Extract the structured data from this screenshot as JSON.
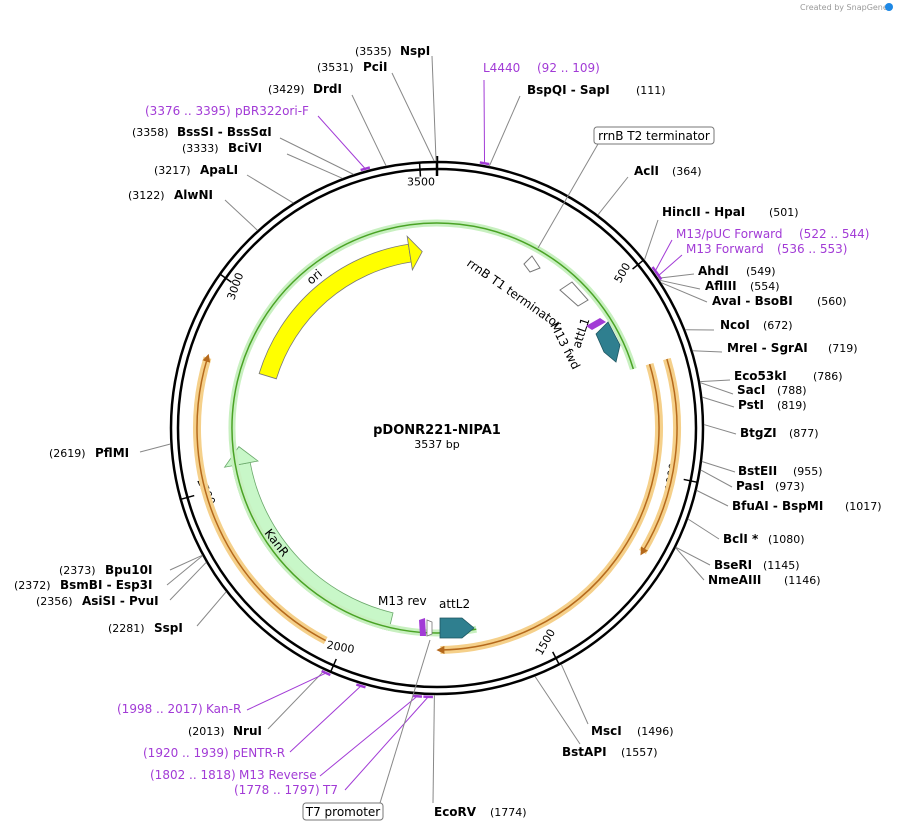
{
  "credit": "Created by SnapGene",
  "plasmid": {
    "name": "pDONR221-NIPA1",
    "length_label": "3537 bp",
    "length": 3537
  },
  "colors": {
    "primer": "#a23bd6",
    "ori": "#ffff00",
    "kanr": "#c8f7c8",
    "att": "#2f7f8f",
    "yellow_track": "#f5d08a",
    "brown_track": "#b5691c",
    "green_track": "#4aa325"
  },
  "ticks": [
    {
      "pos": 500,
      "label": "500"
    },
    {
      "pos": 1000,
      "label": "1000"
    },
    {
      "pos": 1500,
      "label": "1500"
    },
    {
      "pos": 2000,
      "label": "2000"
    },
    {
      "pos": 2500,
      "label": "2500"
    },
    {
      "pos": 3000,
      "label": "3000"
    },
    {
      "pos": 3500,
      "label": "3500"
    }
  ],
  "sites": [
    {
      "name": "NspI",
      "pos": "(3535)",
      "bp": 3535
    },
    {
      "name": "PciI",
      "pos": "(3531)",
      "bp": 3531
    },
    {
      "name": "DrdI",
      "pos": "(3429)",
      "bp": 3429
    },
    {
      "name": "BssSI  -  BssSαI",
      "pos": "(3358)",
      "bp": 3358
    },
    {
      "name": "BciVI",
      "pos": "(3333)",
      "bp": 3333
    },
    {
      "name": "ApaLI",
      "pos": "(3217)",
      "bp": 3217
    },
    {
      "name": "AlwNI",
      "pos": "(3122)",
      "bp": 3122
    },
    {
      "name": "BspQI  -  SapI",
      "pos": "(111)",
      "bp": 111
    },
    {
      "name": "AclI",
      "pos": "(364)",
      "bp": 364
    },
    {
      "name": "HincII  -  HpaI",
      "pos": "(501)",
      "bp": 501
    },
    {
      "name": "AhdI",
      "pos": "(549)",
      "bp": 549
    },
    {
      "name": "AflIII",
      "pos": "(554)",
      "bp": 554
    },
    {
      "name": "AvaI  -  BsoBI",
      "pos": "(560)",
      "bp": 560
    },
    {
      "name": "NcoI",
      "pos": "(672)",
      "bp": 672
    },
    {
      "name": "MreI  -  SgrAI",
      "pos": "(719)",
      "bp": 719
    },
    {
      "name": "Eco53kI",
      "pos": "(786)",
      "bp": 786
    },
    {
      "name": "SacI",
      "pos": "(788)",
      "bp": 788
    },
    {
      "name": "PstI",
      "pos": "(819)",
      "bp": 819
    },
    {
      "name": "BtgZI",
      "pos": "(877)",
      "bp": 877
    },
    {
      "name": "BstEII",
      "pos": "(955)",
      "bp": 955
    },
    {
      "name": "PasI",
      "pos": "(973)",
      "bp": 973
    },
    {
      "name": "BfuAI  -  BspMI",
      "pos": "(1017)",
      "bp": 1017
    },
    {
      "name": "BclI *",
      "pos": "(1080)",
      "bp": 1080
    },
    {
      "name": "BseRI",
      "pos": "(1145)",
      "bp": 1145
    },
    {
      "name": "NmeAIII",
      "pos": "(1146)",
      "bp": 1146
    },
    {
      "name": "MscI",
      "pos": "(1496)",
      "bp": 1496
    },
    {
      "name": "BstAPI",
      "pos": "(1557)",
      "bp": 1557
    },
    {
      "name": "EcoRV",
      "pos": "(1774)",
      "bp": 1774
    },
    {
      "name": "NruI",
      "pos": "(2013)",
      "bp": 2013
    },
    {
      "name": "SspI",
      "pos": "(2281)",
      "bp": 2281
    },
    {
      "name": "AsiSI  -  PvuI",
      "pos": "(2356)",
      "bp": 2356
    },
    {
      "name": "BsmBI  -  Esp3I",
      "pos": "(2372)",
      "bp": 2372
    },
    {
      "name": "Bpu10I",
      "pos": "(2373)",
      "bp": 2373
    },
    {
      "name": "PflMI",
      "pos": "(2619)",
      "bp": 2619
    }
  ],
  "primers": [
    {
      "name": "L4440",
      "range": "(92 .. 109)",
      "bp": 100
    },
    {
      "name": "pBR322ori-F",
      "range": "(3376 .. 3395)",
      "bp": 3385
    },
    {
      "name": "M13/pUC Forward",
      "range": "(522 .. 544)",
      "bp": 533
    },
    {
      "name": "M13 Forward",
      "range": "(536 .. 553)",
      "bp": 545
    },
    {
      "name": "Kan-R",
      "range": "(1998 .. 2017)",
      "bp": 2008
    },
    {
      "name": "pENTR-R",
      "range": "(1920 .. 1939)",
      "bp": 1930
    },
    {
      "name": "M13 Reverse",
      "range": "(1802 .. 1818)",
      "bp": 1810
    },
    {
      "name": "T7",
      "range": "(1778 .. 1797)",
      "bp": 1787
    }
  ],
  "features": {
    "ori": "ori",
    "kanr": "KanR",
    "attL1": "attL1",
    "attL2": "attL2",
    "m13fwd": "M13 fwd",
    "m13rev": "M13 rev",
    "rrnB_T1": "rrnB T1 terminator",
    "rrnB_T2": "rrnB T2 terminator",
    "t7_promoter": "T7 promoter"
  }
}
